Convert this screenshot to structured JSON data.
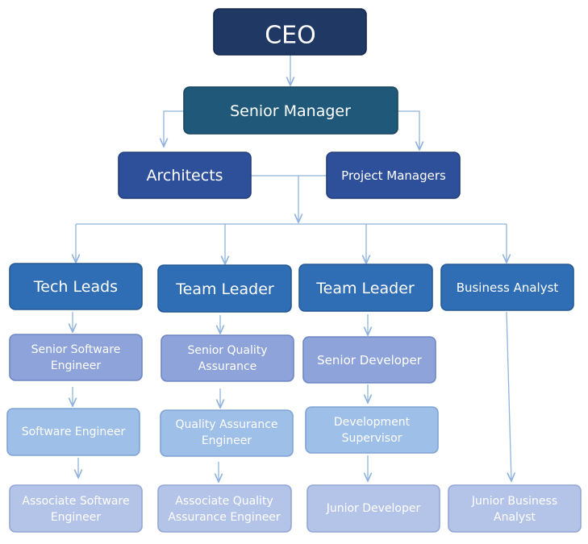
{
  "nodes": {
    "ceo": "CEO",
    "senior_manager": "Senior Manager",
    "architects": "Architects",
    "project_managers": "Project Managers",
    "tech_leads": "Tech Leads",
    "team_leader_qa": "Team Leader",
    "team_leader_dev": "Team Leader",
    "business_analyst": "Business Analyst",
    "senior_software_engineer": [
      "Senior Software",
      "Engineer"
    ],
    "software_engineer": "Software Engineer",
    "associate_software_engineer": [
      "Associate Software",
      "Engineer"
    ],
    "senior_quality_assurance": [
      "Senior Quality",
      "Assurance"
    ],
    "quality_assurance_engineer": [
      "Quality Assurance",
      "Engineer"
    ],
    "associate_quality_assurance_engineer": [
      "Associate Quality",
      "Assurance Engineer"
    ],
    "senior_developer": "Senior Developer",
    "development_supervisor": [
      "Development",
      "Supervisor"
    ],
    "junior_developer": "Junior Developer",
    "junior_business_analyst": [
      "Junior Business",
      "Analyst"
    ]
  },
  "colors": {
    "ceo": "#1f3864",
    "senior_manager": "#1f5878",
    "managers": "#2e4f9a",
    "leads": "#2f6db5",
    "role_level_1": "#8ea3d9",
    "role_level_2": "#9ebfe7",
    "role_level_3": "#b4c3e8",
    "connector": "#8fb3dc"
  }
}
